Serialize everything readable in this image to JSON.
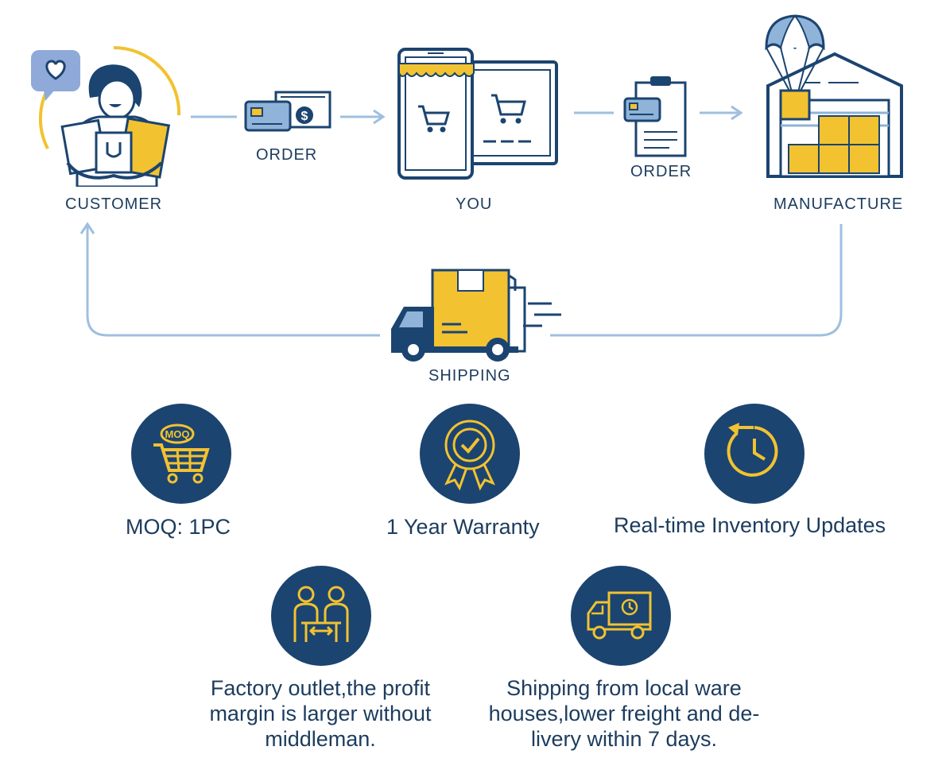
{
  "flow": {
    "customer_label": "CUSTOMER",
    "order1_label": "ORDER",
    "you_label": "YOU",
    "order2_label": "ORDER",
    "manufacture_label": "MANUFACTURE",
    "shipping_label": "SHIPPING",
    "moq_badge": "MOQ"
  },
  "features": [
    {
      "label": "MOQ: 1PC",
      "icon": "moq-cart-icon"
    },
    {
      "label": "1 Year Warranty",
      "icon": "warranty-ribbon-icon"
    },
    {
      "label": "Real-time Inventory Updates",
      "icon": "clock-refresh-icon"
    },
    {
      "label": "Factory outlet,the profit margin is larger without middleman.",
      "icon": "people-exchange-icon"
    },
    {
      "label": "Shipping from local ware houses,lower freight and de-livery within 7 days.",
      "icon": "delivery-truck-icon"
    }
  ],
  "colors": {
    "navy": "#1b4470",
    "gold": "#f2c230",
    "light_blue": "#8fb3d9",
    "text": "#1c3c5e"
  }
}
